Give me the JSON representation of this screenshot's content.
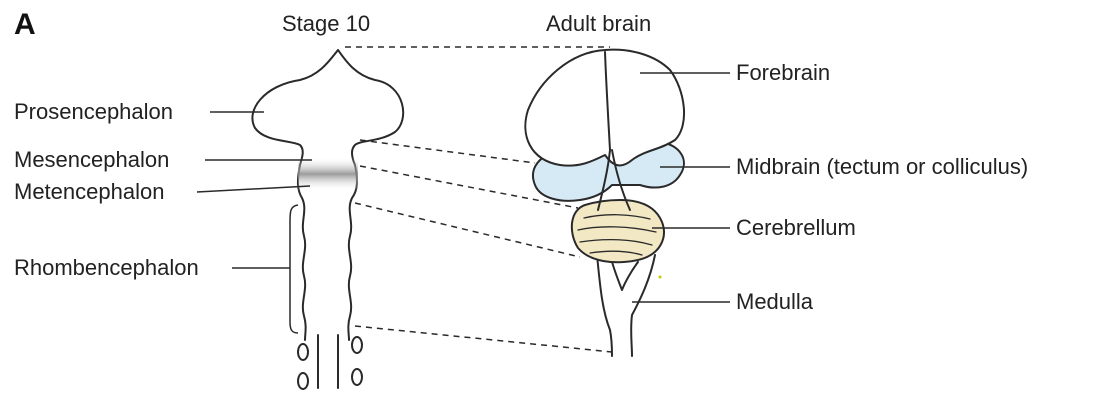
{
  "panel_label": "A",
  "stage_title": "Stage 10",
  "adult_title": "Adult brain",
  "embryo_labels": {
    "prosencephalon": "Prosencephalon",
    "mesencephalon": "Mesencephalon",
    "metencephalon": "Metencephalon",
    "rhombencephalon": "Rhombencephalon"
  },
  "adult_labels": {
    "forebrain": "Forebrain",
    "midbrain": "Midbrain (tectum or colliculus)",
    "cerebrellum": "Cerebrellum",
    "medulla": "Medulla"
  },
  "colors": {
    "outline": "#2a2a2a",
    "midbrain_fill": "#d6eaf6",
    "cerebellum_fill": "#f3e8c4",
    "forebrain_fill": "#ffffff",
    "band_shade": "#8a8a8a"
  }
}
